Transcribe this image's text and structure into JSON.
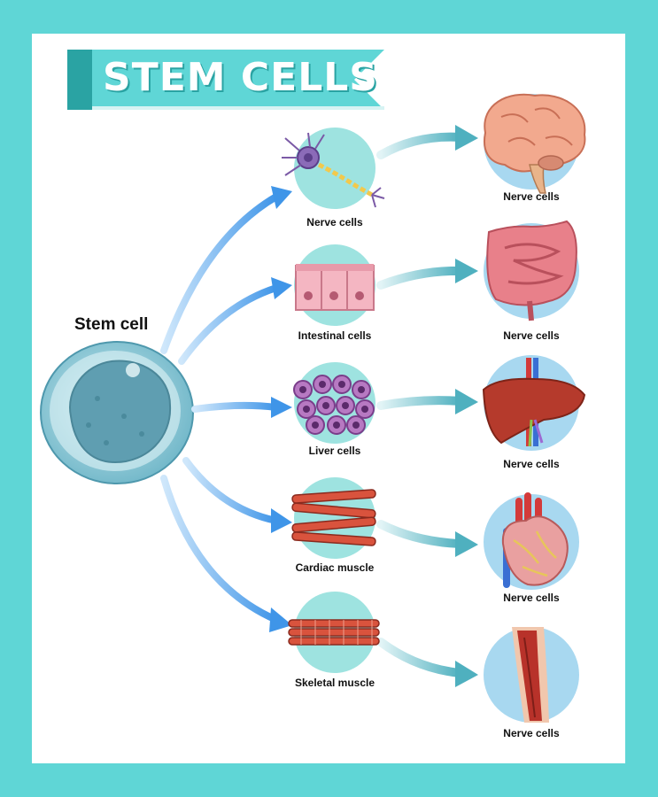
{
  "title": "STEM CELLS",
  "source": {
    "label": "Stem cell"
  },
  "colors": {
    "frame": "#5fd6d6",
    "banner": "#5fd6d6",
    "banner_dark": "#2aa3a3",
    "circle_bg": "#9ee3e0",
    "organ_bg": "#a8d8f0",
    "arrow_blue": "#3f95e8",
    "arrow_teal": "#5fb8c4"
  },
  "rows": [
    {
      "cell_label": "Nerve cells",
      "organ_label": "Nerve cells",
      "cell_icon": "neuron-icon",
      "organ_icon": "brain-icon"
    },
    {
      "cell_label": "Intestinal cells",
      "organ_label": "Nerve cells",
      "cell_icon": "intestinal-cells-icon",
      "organ_icon": "intestine-icon"
    },
    {
      "cell_label": "Liver cells",
      "organ_label": "Nerve cells",
      "cell_icon": "liver-cells-icon",
      "organ_icon": "liver-icon"
    },
    {
      "cell_label": "Cardiac muscle",
      "organ_label": "Nerve cells",
      "cell_icon": "cardiac-muscle-icon",
      "organ_icon": "heart-icon"
    },
    {
      "cell_label": "Skeletal muscle",
      "organ_label": "Nerve cells",
      "cell_icon": "skeletal-muscle-icon",
      "organ_icon": "leg-muscle-icon"
    }
  ]
}
